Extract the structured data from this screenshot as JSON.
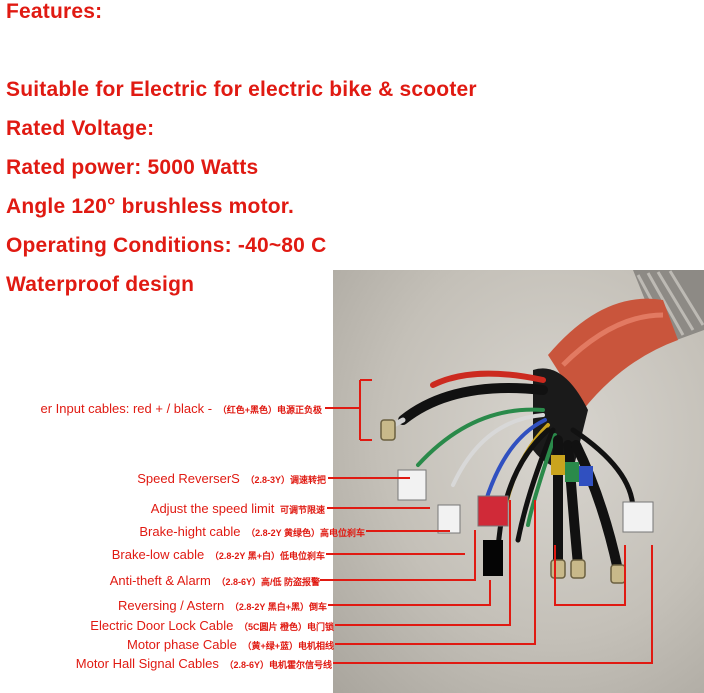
{
  "features": {
    "heading": "Features:",
    "lines": [
      "Suitable for Electric for electric bike & scooter",
      "Rated Voltage:",
      "Rated power: 5000 Watts",
      "Angle 120° brushless motor.",
      "Operating Conditions: -40~80 C",
      "Waterproof design"
    ]
  },
  "labels": [
    {
      "en": "er Input cables: red + / black -",
      "cn": "（红色+黑色）电源正负极"
    },
    {
      "en": "Speed ReverserS",
      "cn": "（2.8-3Y）调速转把"
    },
    {
      "en": "Adjust the speed limit",
      "cn": "可调节限速"
    },
    {
      "en": "Brake-hight cable",
      "cn": "（2.8-2Y 黄绿色）高电位刹车"
    },
    {
      "en": "Brake-low cable",
      "cn": "（2.8-2Y 黑+白）低电位刹车"
    },
    {
      "en": "Anti-theft & Alarm",
      "cn": "（2.8-6Y）高/低 防盗报警"
    },
    {
      "en": "Reversing / Astern",
      "cn": "（2.8-2Y 黑白+黑）倒车"
    },
    {
      "en": "Electric Door Lock Cable",
      "cn": "（5C圆片 橙色）电门锁"
    },
    {
      "en": "Motor phase Cable",
      "cn": "（黄+绿+蓝）电机相线"
    },
    {
      "en": "Motor Hall Signal Cables",
      "cn": "（2.8-6Y）电机霍尔信号线"
    }
  ],
  "colors": {
    "accent_red": "#e01a12",
    "sheath_orange": "#c9553c",
    "wire_black": "#151515"
  }
}
